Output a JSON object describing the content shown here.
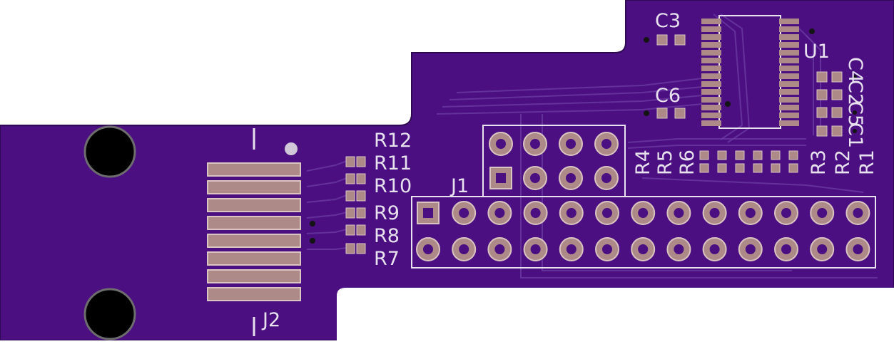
{
  "colors": {
    "board": "#4b0f82",
    "board_edge": "#2f0a52",
    "trace": "#6a3aa0",
    "pad": "#ad8a88",
    "pad_edge": "#d9c4c2",
    "silk": "#e8e2ee",
    "hole": "#000000",
    "via": "#141414"
  },
  "labels": {
    "C3": "C3",
    "U1": "U1",
    "C4": "C4",
    "C2": "C2",
    "C5": "C5",
    "C1": "C1",
    "C6": "C6",
    "R12": "R12",
    "R11": "R11",
    "R10": "R10",
    "R9": "R9",
    "R8": "R8",
    "R7": "R7",
    "J1": "J1",
    "J2": "J2",
    "R4": "R4",
    "R5": "R5",
    "R6": "R6",
    "R3": "R3",
    "R2": "R2",
    "R1": "R1"
  },
  "components": {
    "mounting_holes": 2,
    "connector_j2_pads": 8,
    "header_j1_pins": 8,
    "header_main_pins": 26,
    "u1_pins_per_side": 14
  }
}
